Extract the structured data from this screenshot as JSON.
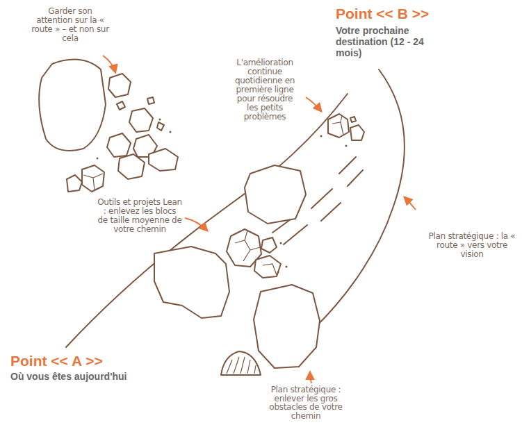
{
  "diagram": {
    "labels": [
      "Garder son attention sur la « route » – et non sur cela",
      "Point << B >>",
      "Votre prochaine destination (12 - 24 mois)",
      "L'amélioration continue quotidienne en première ligne pour résoudre les petits problèmes",
      "Outils et projets Lean : enlevez les blocs de taille moyenne de votre chemin",
      "Plan stratégique : la « route » vers votre vision",
      "Point << A >>",
      "Où vous êtes aujourd'hui",
      "Plan stratégique : enlever les gros obstacles de votre chemin"
    ]
  }
}
